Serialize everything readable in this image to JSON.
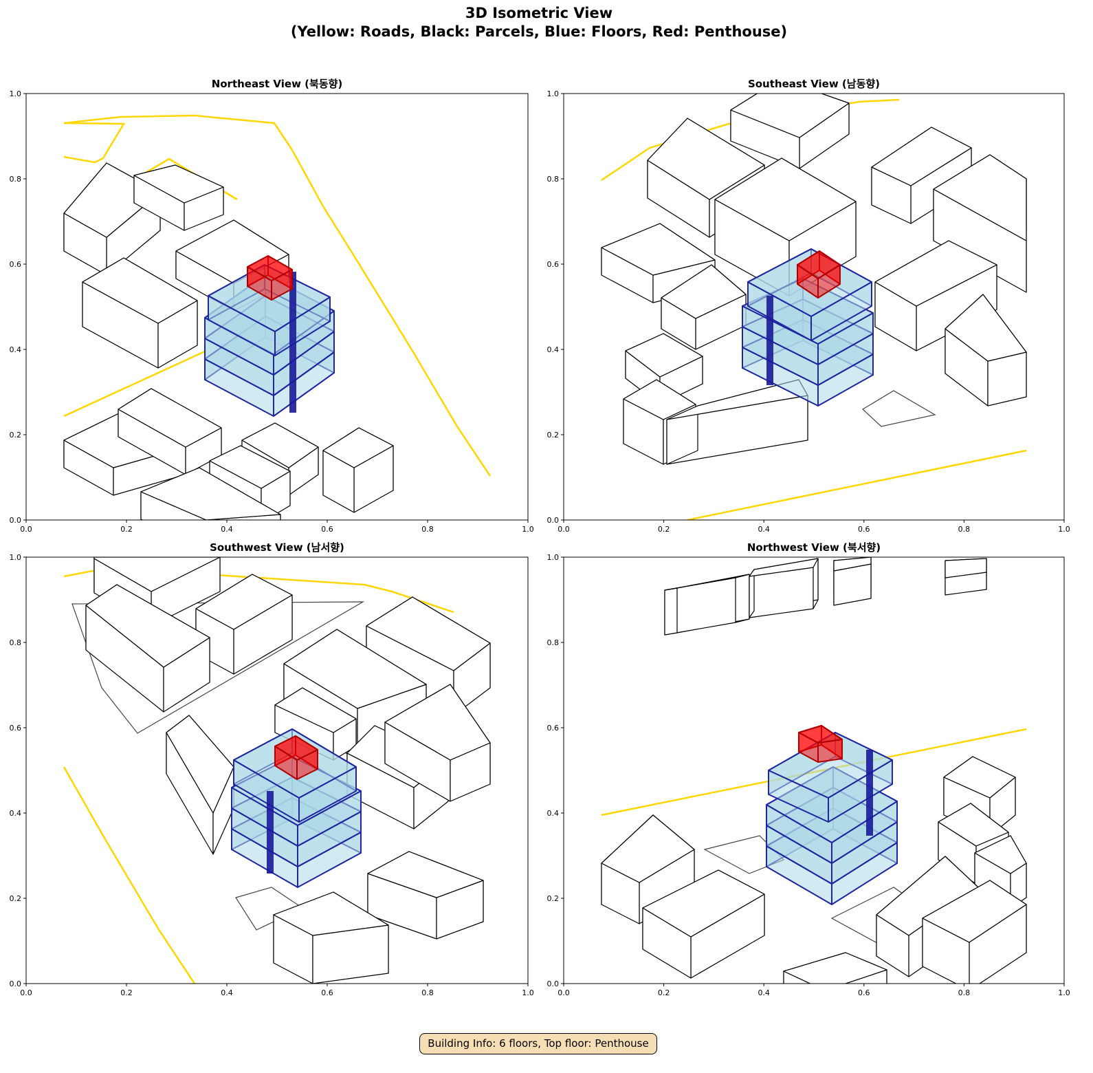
{
  "figure": {
    "title_line1": "3D Isometric View",
    "title_line2": "(Yellow: Roads, Black: Parcels, Blue: Floors, Red: Penthouse)",
    "info": "Building Info: 6 floors, Top floor: Penthouse"
  },
  "colors": {
    "road": "#ffd700",
    "parcel": "#000000",
    "floor_fill": "#add8e6",
    "floor_edge": "#1f26a0",
    "penthouse": "#ff0000",
    "info_bg": "#f5deb3"
  },
  "chart_data": [
    {
      "type": "3d-isometric",
      "title": "Northeast View (북동향)",
      "xlim": [
        0,
        1
      ],
      "ylim": [
        0,
        1
      ],
      "xticks": [
        "0.0",
        "0.2",
        "0.4",
        "0.6",
        "0.8",
        "1.0"
      ],
      "yticks": [
        "0.0",
        "0.2",
        "0.4",
        "0.6",
        "0.8",
        "1.0"
      ],
      "floors": 6,
      "top_floor": "Penthouse"
    },
    {
      "type": "3d-isometric",
      "title": "Southeast View (남동향)",
      "xlim": [
        0,
        1
      ],
      "ylim": [
        0,
        1
      ],
      "xticks": [
        "0.0",
        "0.2",
        "0.4",
        "0.6",
        "0.8",
        "1.0"
      ],
      "yticks": [
        "0.0",
        "0.2",
        "0.4",
        "0.6",
        "0.8",
        "1.0"
      ],
      "floors": 6,
      "top_floor": "Penthouse"
    },
    {
      "type": "3d-isometric",
      "title": "Southwest View (남서향)",
      "xlim": [
        0,
        1
      ],
      "ylim": [
        0,
        1
      ],
      "xticks": [
        "0.0",
        "0.2",
        "0.4",
        "0.6",
        "0.8",
        "1.0"
      ],
      "yticks": [
        "0.0",
        "0.2",
        "0.4",
        "0.6",
        "0.8",
        "1.0"
      ],
      "floors": 6,
      "top_floor": "Penthouse"
    },
    {
      "type": "3d-isometric",
      "title": "Northwest View (북서향)",
      "xlim": [
        0,
        1
      ],
      "ylim": [
        0,
        1
      ],
      "xticks": [
        "0.0",
        "0.2",
        "0.4",
        "0.6",
        "0.8",
        "1.0"
      ],
      "yticks": [
        "0.0",
        "0.2",
        "0.4",
        "0.6",
        "0.8",
        "1.0"
      ],
      "floors": 6,
      "top_floor": "Penthouse"
    }
  ]
}
